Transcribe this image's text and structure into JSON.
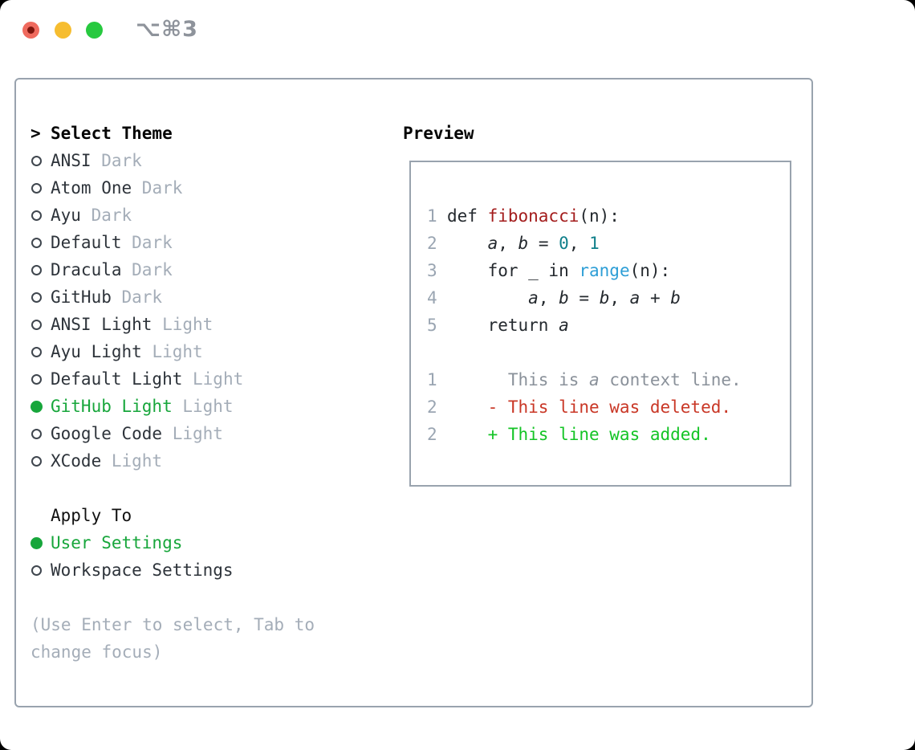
{
  "window": {
    "title": "⌥⌘3",
    "traffic_lights": [
      {
        "name": "close",
        "color": "#ef6a5e"
      },
      {
        "name": "minimize",
        "color": "#f6bd30"
      },
      {
        "name": "zoom",
        "color": "#27c93f"
      }
    ]
  },
  "theme_panel": {
    "header_prefix": ">",
    "header": "Select Theme",
    "items": [
      {
        "name": "ANSI",
        "variant": "Dark",
        "selected": false
      },
      {
        "name": "Atom One",
        "variant": "Dark",
        "selected": false
      },
      {
        "name": "Ayu",
        "variant": "Dark",
        "selected": false
      },
      {
        "name": "Default",
        "variant": "Dark",
        "selected": false
      },
      {
        "name": "Dracula",
        "variant": "Dark",
        "selected": false
      },
      {
        "name": "GitHub",
        "variant": "Dark",
        "selected": false
      },
      {
        "name": "ANSI Light",
        "variant": "Light",
        "selected": false
      },
      {
        "name": "Ayu Light",
        "variant": "Light",
        "selected": false
      },
      {
        "name": "Default Light",
        "variant": "Light",
        "selected": false
      },
      {
        "name": "GitHub Light",
        "variant": "Light",
        "selected": true
      },
      {
        "name": "Google Code",
        "variant": "Light",
        "selected": false
      },
      {
        "name": "XCode",
        "variant": "Light",
        "selected": false
      }
    ]
  },
  "apply_panel": {
    "header": "Apply To",
    "options": [
      {
        "label": "User Settings",
        "selected": true
      },
      {
        "label": "Workspace Settings",
        "selected": false
      }
    ]
  },
  "hint": "(Use Enter to select, Tab to change focus)",
  "preview_panel": {
    "header": "Preview",
    "lines": [
      {
        "num": "1",
        "tokens": [
          {
            "t": "def ",
            "s": "plain"
          },
          {
            "t": "fibonacci",
            "s": "func"
          },
          {
            "t": "(n):",
            "s": "plain"
          }
        ]
      },
      {
        "num": "2",
        "tokens": [
          {
            "t": "    ",
            "s": "plain"
          },
          {
            "t": "a",
            "s": "var"
          },
          {
            "t": ", ",
            "s": "plain"
          },
          {
            "t": "b",
            "s": "var"
          },
          {
            "t": " = ",
            "s": "plain"
          },
          {
            "t": "0",
            "s": "num"
          },
          {
            "t": ", ",
            "s": "plain"
          },
          {
            "t": "1",
            "s": "num"
          }
        ]
      },
      {
        "num": "3",
        "tokens": [
          {
            "t": "    for _ in ",
            "s": "plain"
          },
          {
            "t": "range",
            "s": "builtin"
          },
          {
            "t": "(n):",
            "s": "plain"
          }
        ]
      },
      {
        "num": "4",
        "tokens": [
          {
            "t": "        ",
            "s": "plain"
          },
          {
            "t": "a",
            "s": "var"
          },
          {
            "t": ", ",
            "s": "plain"
          },
          {
            "t": "b",
            "s": "var"
          },
          {
            "t": " = ",
            "s": "plain"
          },
          {
            "t": "b",
            "s": "var"
          },
          {
            "t": ", ",
            "s": "plain"
          },
          {
            "t": "a",
            "s": "var"
          },
          {
            "t": " + ",
            "s": "plain"
          },
          {
            "t": "b",
            "s": "var"
          }
        ]
      },
      {
        "num": "5",
        "tokens": [
          {
            "t": "    return ",
            "s": "plain"
          },
          {
            "t": "a",
            "s": "var"
          }
        ]
      },
      null,
      {
        "num": "1",
        "tokens": [
          {
            "t": "      This is ",
            "s": "ctx"
          },
          {
            "t": "a",
            "s": "ctxvar"
          },
          {
            "t": " context line.",
            "s": "ctx"
          }
        ]
      },
      {
        "num": "2",
        "tokens": [
          {
            "t": "    - This line was deleted.",
            "s": "del"
          }
        ]
      },
      {
        "num": "2",
        "tokens": [
          {
            "t": "    + This line was added.",
            "s": "add"
          }
        ]
      }
    ]
  },
  "colors": {
    "selected_green": "#17a63b",
    "added_green": "#14c426",
    "deleted_red": "#c93726",
    "function_red": "#a31c1c",
    "number_teal": "#0f7f8a",
    "builtin_blue": "#2d9ed6",
    "muted_gray": "#a4adb8",
    "line_number_gray": "#9aa5b2",
    "border_gray": "#99a3ae",
    "text_dark": "#24292e"
  }
}
